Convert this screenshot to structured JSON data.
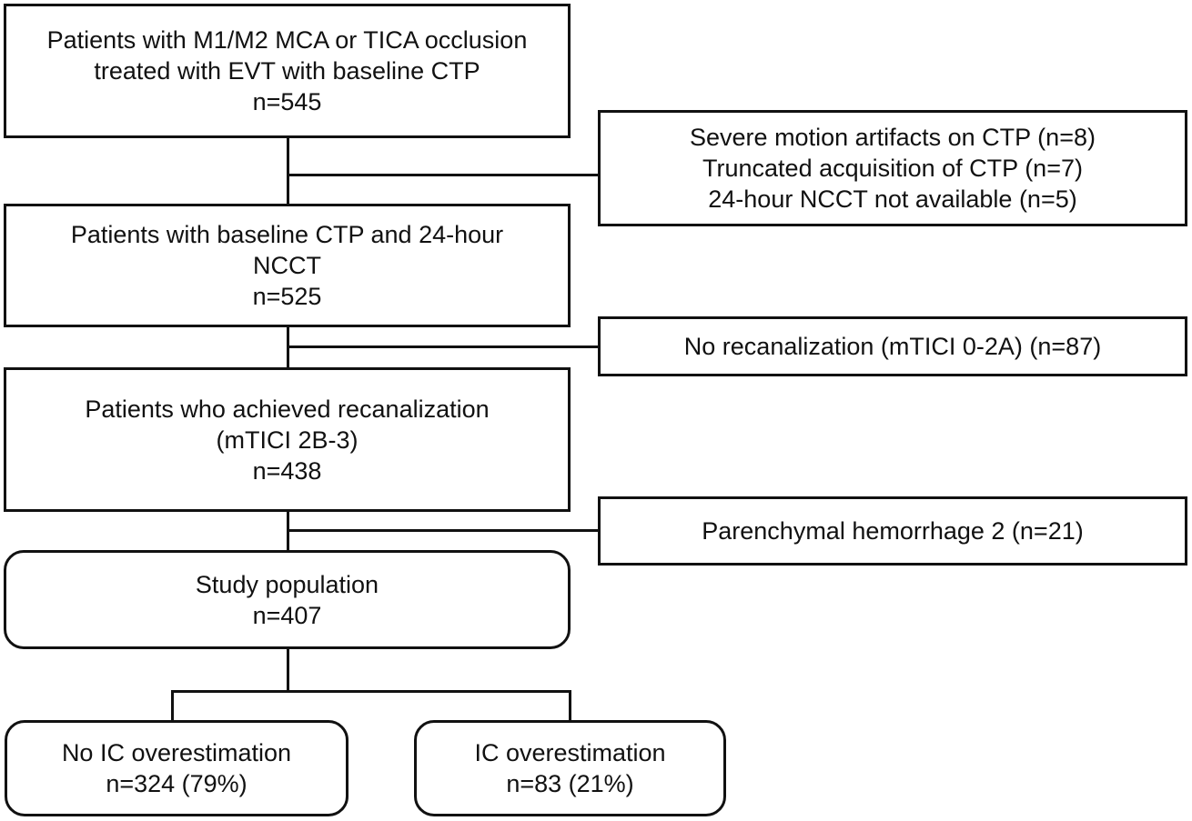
{
  "boxes": {
    "initial": {
      "lines": [
        "Patients with M1/M2 MCA or TICA occlusion",
        "treated with EVT with baseline CTP",
        "n=545"
      ]
    },
    "exclusion1": {
      "lines": [
        "Severe motion artifacts on CTP (n=8)",
        "Truncated acquisition of CTP (n=7)",
        "24-hour NCCT not available (n=5)"
      ]
    },
    "baseline_ncct": {
      "lines": [
        "Patients with baseline CTP and 24-hour",
        "NCCT",
        "n=525"
      ]
    },
    "exclusion2": {
      "lines": [
        "No recanalization (mTICI 0-2A) (n=87)"
      ]
    },
    "recanalized": {
      "lines": [
        "Patients who achieved recanalization",
        "(mTICI 2B-3)",
        "n=438"
      ]
    },
    "exclusion3": {
      "lines": [
        "Parenchymal hemorrhage 2 (n=21)"
      ]
    },
    "study_population": {
      "lines": [
        "Study population",
        "n=407"
      ]
    },
    "no_overestimation": {
      "lines": [
        "No IC overestimation",
        "n=324 (79%)"
      ]
    },
    "overestimation": {
      "lines": [
        "IC overestimation",
        "n=83 (21%)"
      ]
    }
  },
  "colors": {
    "stroke": "#111111",
    "background": "#ffffff"
  }
}
